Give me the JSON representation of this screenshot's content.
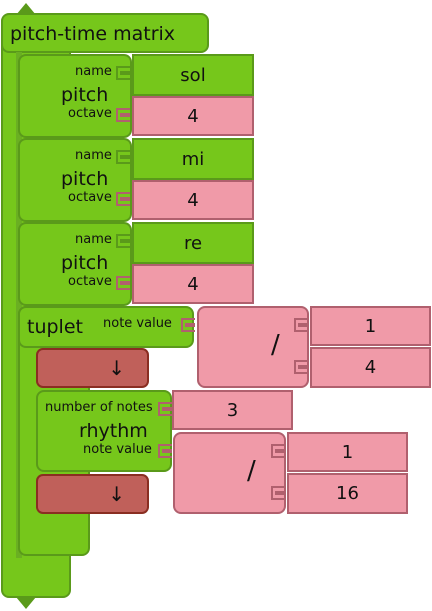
{
  "matrix": {
    "title": "pitch-time matrix"
  },
  "pitches": [
    {
      "block": "pitch",
      "name_label": "name",
      "octave_label": "octave",
      "name": "sol",
      "octave": "4"
    },
    {
      "block": "pitch",
      "name_label": "name",
      "octave_label": "octave",
      "name": "mi",
      "octave": "4"
    },
    {
      "block": "pitch",
      "name_label": "name",
      "octave_label": "octave",
      "name": "re",
      "octave": "4"
    }
  ],
  "tuplet": {
    "label": "tuplet",
    "note_value_label": "note value",
    "divide_symbol": "/",
    "numerator": "1",
    "denominator": "4",
    "down_arrow": "↓",
    "rhythm": {
      "label": "rhythm",
      "number_of_notes_label": "number of notes",
      "note_value_label": "note value",
      "number_of_notes": "3",
      "divide_symbol": "/",
      "numerator": "1",
      "denominator": "16"
    },
    "down_arrow_2": "↓"
  },
  "colors": {
    "rhythm_green": "#76c71b",
    "number_pink": "#f09aa8",
    "flow_red": "#c0605a"
  }
}
